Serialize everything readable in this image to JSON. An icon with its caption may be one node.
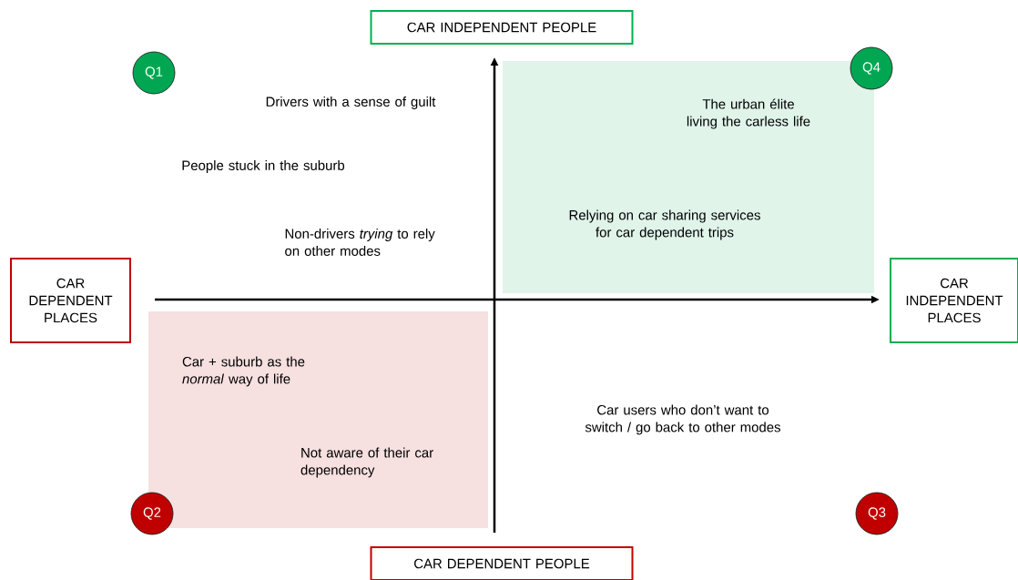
{
  "diagram": {
    "nodes": [
      {
        "text": [
          "CAR INDEPENDENT PEOPLE"
        ]
      },
      {
        "text": [
          "Q1"
        ]
      },
      {
        "text": [
          "Q4"
        ]
      },
      {
        "text": [
          "The urban élite living the carless life",
          "Relying on car sharing services for car dependent trips"
        ]
      },
      {
        "text": [
          "CAR DEPENDENT PLACES"
        ]
      },
      {
        "text": [
          "CAR INDEPENDENT PLACES"
        ]
      },
      {
        "text": [
          "Car + suburb as the *normal* way of life",
          "Not aware of their car dependency"
        ]
      },
      {
        "text": [
          "Q2"
        ]
      },
      {
        "text": [
          "Q3"
        ]
      },
      {
        "text": [
          "CAR DEPENDENT PEOPLE"
        ]
      }
    ],
    "edges": [],
    "labels": [
      "Drivers with a sense of guilt",
      "People stuck in the suburb",
      "Non-drivers *trying* to rely on other modes",
      "Car users who don’t want to switch / go back to other modes"
    ]
  }
}
